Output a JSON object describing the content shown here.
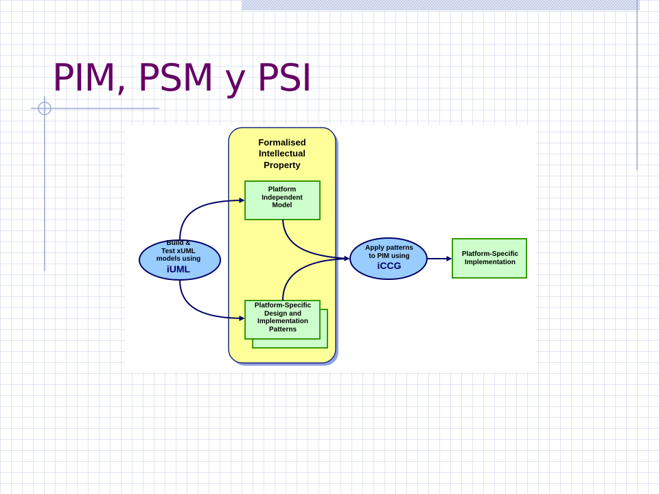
{
  "slide": {
    "title": "PIM, PSM y PSI"
  },
  "diagram": {
    "container": {
      "lines": [
        "Formalised",
        "Intellectual",
        "Property"
      ]
    },
    "pim_box": {
      "lines": [
        "Platform",
        "Independent",
        "Model"
      ]
    },
    "patterns_box": {
      "lines": [
        "Platform-Specific",
        "Design and",
        "Implementation",
        "Patterns"
      ]
    },
    "iuml_node": {
      "lines": [
        "Build &",
        "Test xUML",
        "models using"
      ],
      "tool": "iUML"
    },
    "iccg_node": {
      "lines": [
        "Apply patterns",
        "to PIM using"
      ],
      "tool": "iCCG"
    },
    "psi_box": {
      "lines": [
        "Platform-Specific",
        "Implementation"
      ]
    }
  },
  "colors": {
    "title": "#660066",
    "container_fill": "#ffff99",
    "box_fill": "#ccffcc",
    "box_border": "#339900",
    "ellipse_fill": "#99ccff",
    "arrow": "#000066"
  }
}
